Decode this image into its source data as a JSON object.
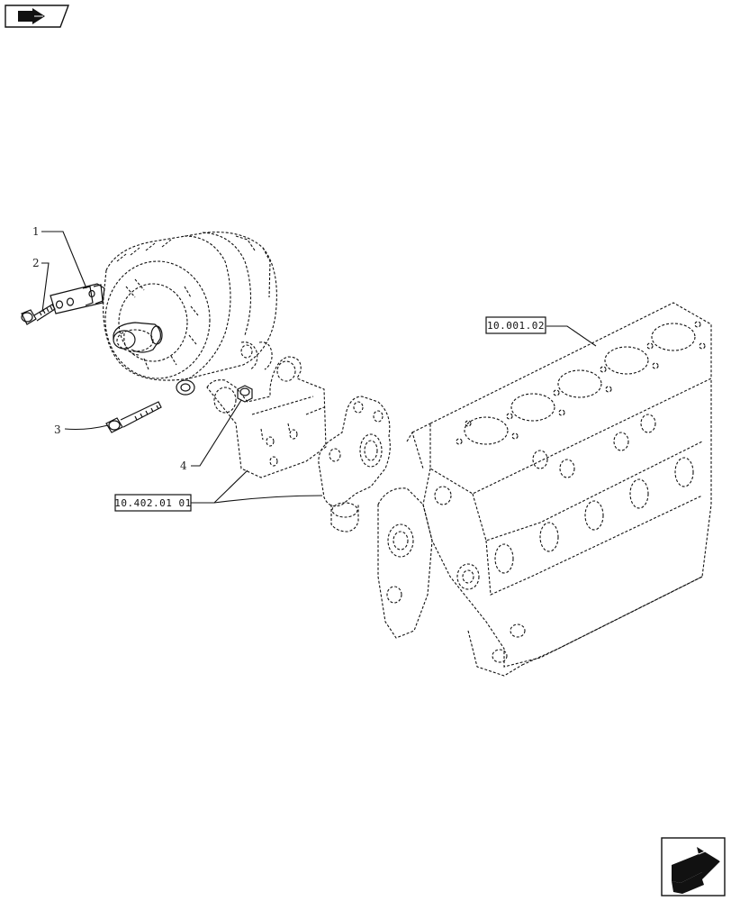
{
  "diagram": {
    "callouts": [
      {
        "id": "1",
        "label": "1"
      },
      {
        "id": "2",
        "label": "2"
      },
      {
        "id": "3",
        "label": "3"
      },
      {
        "id": "4",
        "label": "4"
      }
    ],
    "references": {
      "engine_block": "10.001.02",
      "pump_housing": "10.402.01 01"
    }
  },
  "icons": {
    "top_left": "back-arrow-icon",
    "bottom_right": "next-page-arrow-icon"
  },
  "colors": {
    "line": "#111111",
    "background": "#ffffff"
  }
}
